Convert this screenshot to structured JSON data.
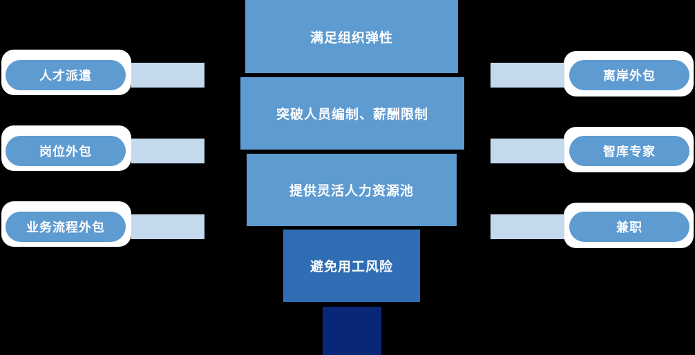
{
  "background_color": "#000000",
  "colors": {
    "primary_blue": "#5E9BD1",
    "medium_dark_blue": "#2F6DB4",
    "navy": "#0A2677",
    "connector_light_blue": "#C5D9ED",
    "pill_outline_white": "#FFFFFF",
    "text_white": "#FFFFFF"
  },
  "center_stack": [
    {
      "label": "满足组织弹性"
    },
    {
      "label": "突破人员编制、薪酬限制"
    },
    {
      "label": "提供灵活人力资源池"
    },
    {
      "label": "避免用工风险"
    }
  ],
  "left_items": [
    {
      "label": "人才派遣"
    },
    {
      "label": "岗位外包"
    },
    {
      "label": "业务流程外包"
    }
  ],
  "right_items": [
    {
      "label": "离岸外包"
    },
    {
      "label": "智库专家"
    },
    {
      "label": "兼职"
    }
  ]
}
